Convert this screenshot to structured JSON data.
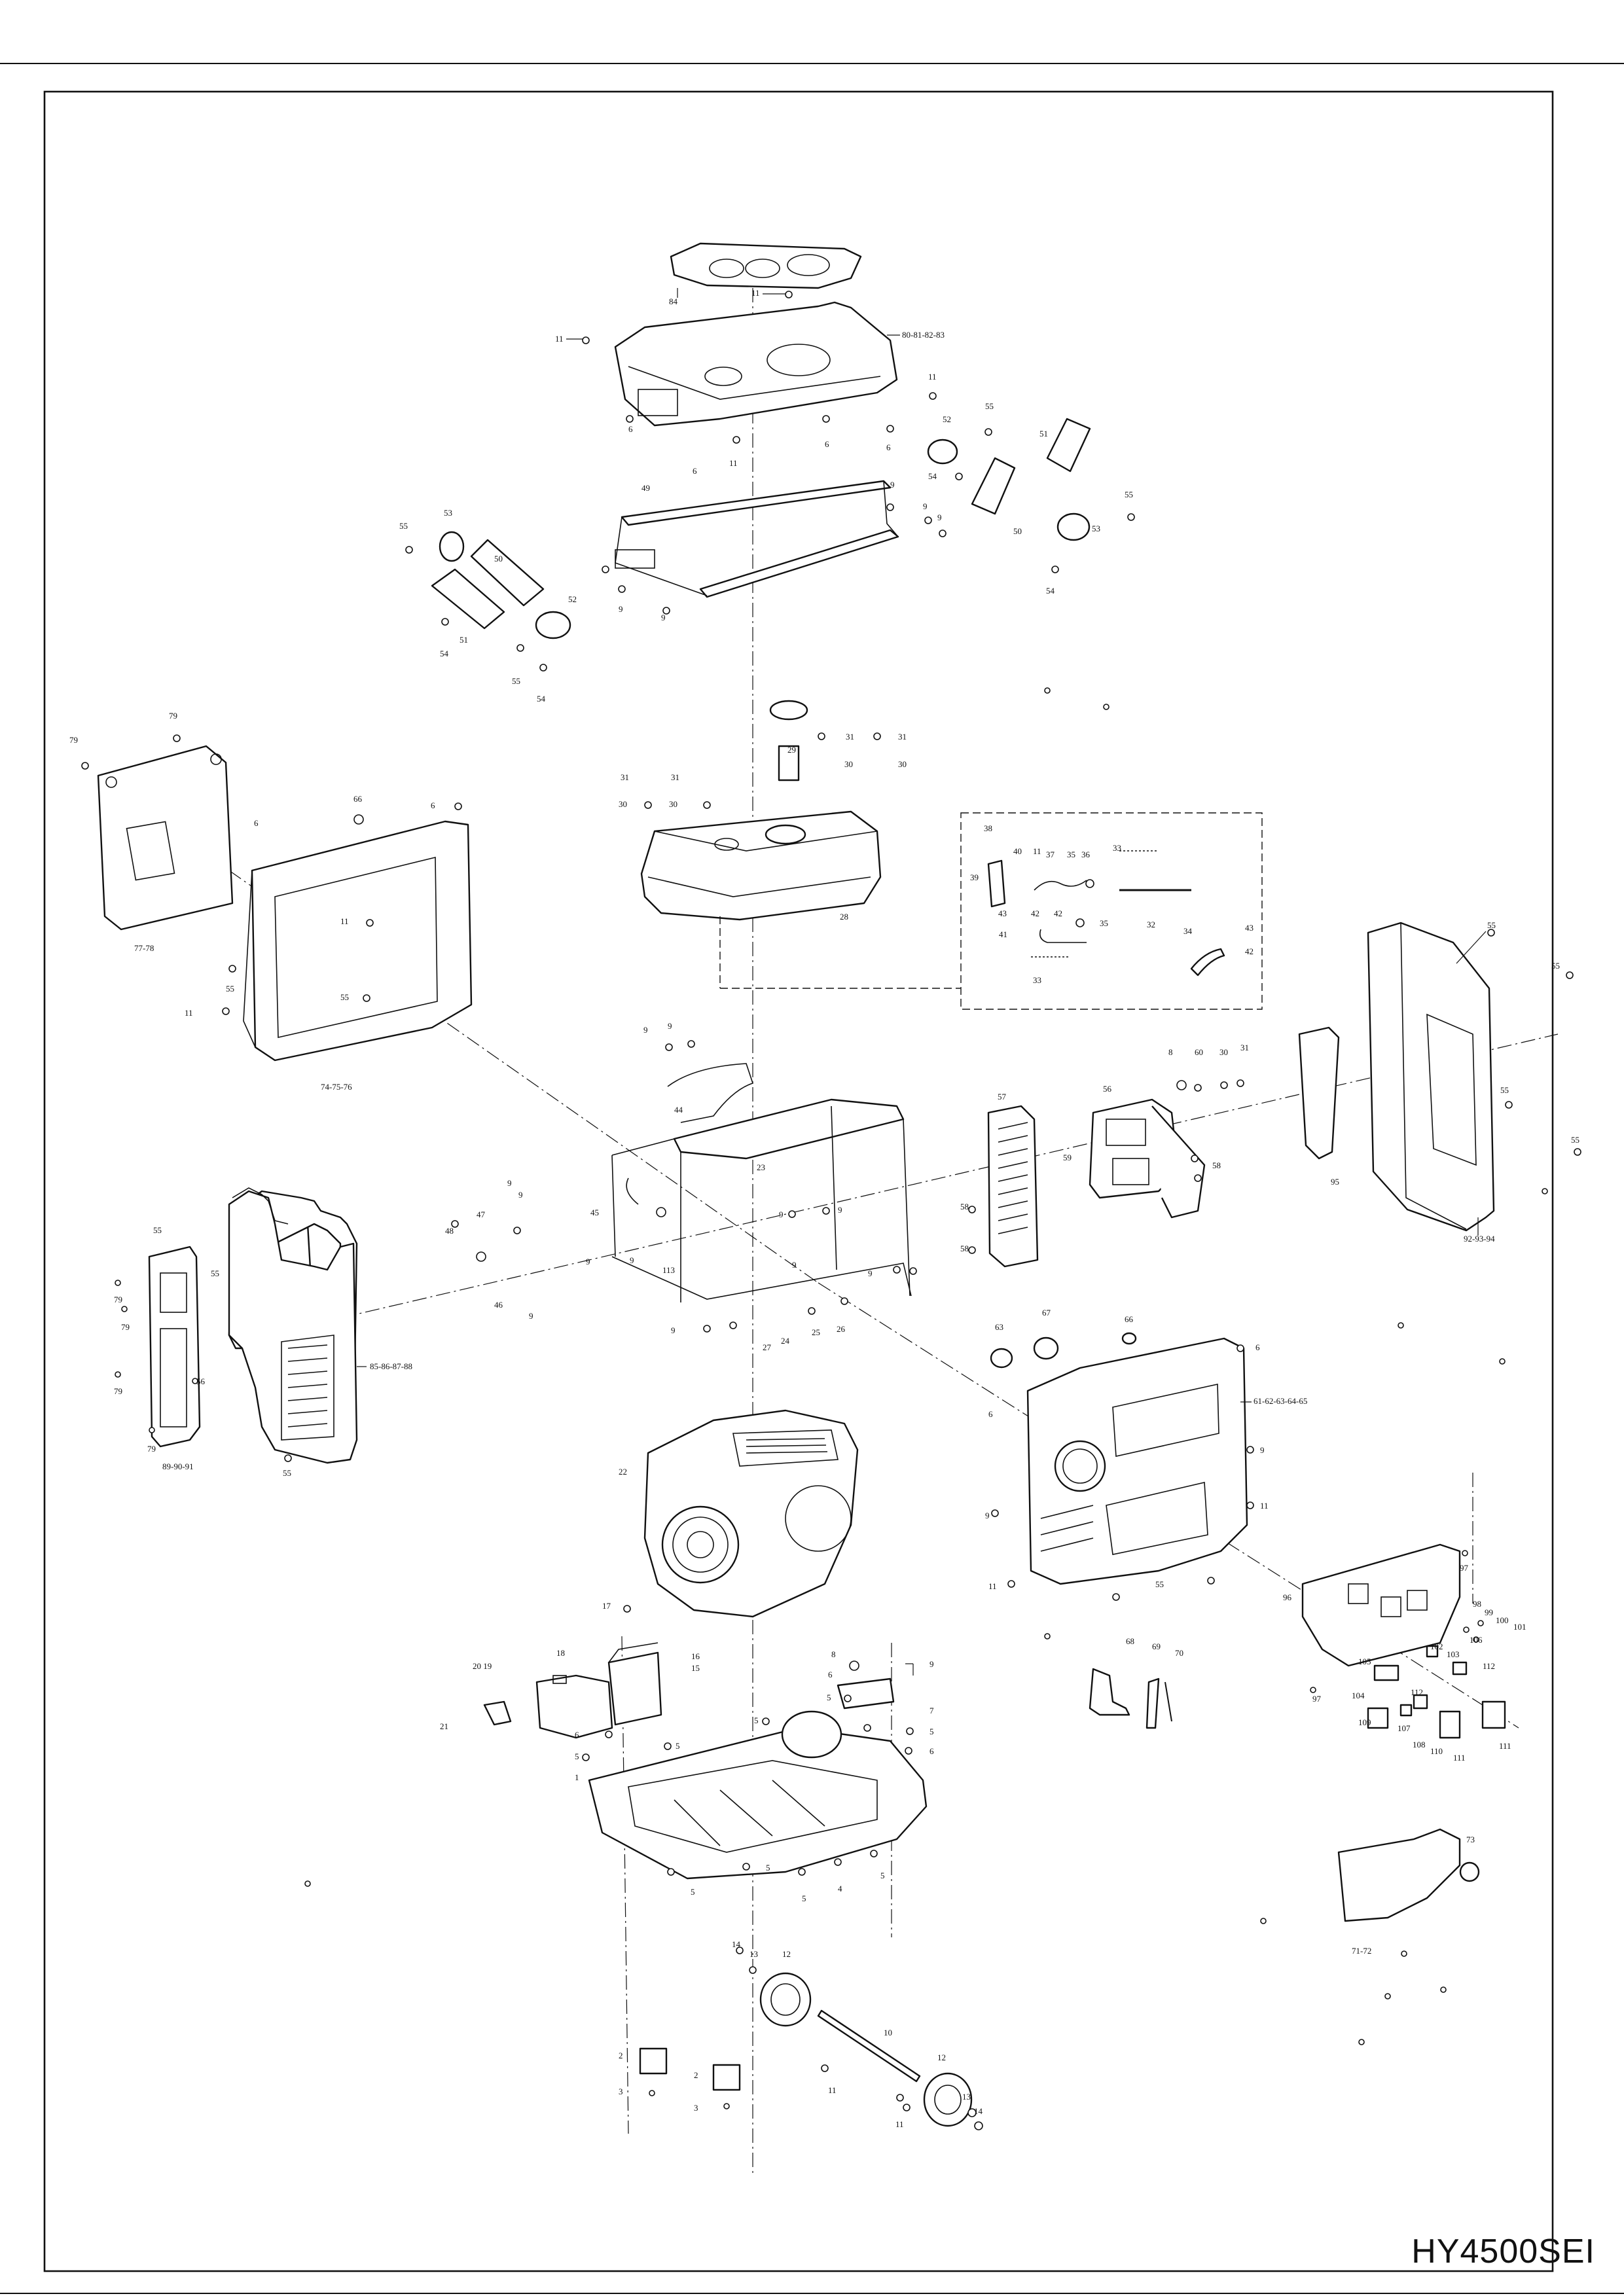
{
  "model": "HY4500SEI",
  "callouts": {
    "c84": "84",
    "c11a": "11",
    "c11b": "11",
    "c11c": "11",
    "c11d": "11",
    "c80_83": "80-81-82-83",
    "c6a": "6",
    "c6b": "6",
    "c6c": "6",
    "c6d": "6",
    "c11e": "11",
    "c55a": "55",
    "c52a": "52",
    "c51a": "51",
    "c54a": "54",
    "c50a": "50",
    "c53a": "53",
    "c55b": "55",
    "c54b": "54",
    "c49": "49",
    "c9a": "9",
    "c9b": "9",
    "c9c": "9",
    "c9d": "9",
    "c9e": "9",
    "c55c": "55",
    "c53b": "53",
    "c50b": "50",
    "c51b": "51",
    "c52b": "52",
    "c54c": "54",
    "c55d": "55",
    "c54d": "54",
    "c79a": "79",
    "c79b": "79",
    "c77_78": "77-78",
    "c66a": "66",
    "c6e": "6",
    "c6f": "6",
    "c11f": "11",
    "c55e": "55",
    "c55f": "55",
    "c11g": "11",
    "c74_76": "74-75-76",
    "c29": "29",
    "c31a": "31",
    "c31b": "31",
    "c31c": "31",
    "c31d": "31",
    "c30a": "30",
    "c30b": "30",
    "c30c": "30",
    "c30d": "30",
    "c28": "28",
    "c38": "38",
    "c40": "40",
    "c11h": "11",
    "c37": "37",
    "c35a": "35",
    "c36": "36",
    "c33a": "33",
    "c39": "39",
    "c43a": "43",
    "c42a": "42",
    "c35b": "35",
    "c32": "32",
    "c34": "34",
    "c42b": "42",
    "c41": "41",
    "c43b": "43",
    "c33b": "33",
    "c55g": "55",
    "c55h": "55",
    "c55i": "55",
    "c55j": "55",
    "c95": "95",
    "c92_94": "92-93-94",
    "c9f": "9",
    "c9g": "9",
    "c44": "44",
    "c23": "23",
    "c57": "57",
    "c56": "56",
    "c8a": "8",
    "c60": "60",
    "c30e": "30",
    "c31e": "31",
    "c58a": "58",
    "c58b": "58",
    "c58c": "58",
    "c59": "59",
    "c9h": "9",
    "c9i": "9",
    "c47": "47",
    "c45": "45",
    "c48": "48",
    "c46": "46",
    "c9j": "9",
    "c113": "113",
    "c9k": "9",
    "c9l": "9",
    "c9m": "9",
    "c9n": "9",
    "c9o": "9",
    "c9p": "9",
    "c9q": "9",
    "c27": "27",
    "c24": "24",
    "c25": "25",
    "c26": "26",
    "c55k": "55",
    "c55l": "55",
    "c79c": "79",
    "c79d": "79",
    "c79e": "79",
    "c79f": "79",
    "c56b": "56",
    "c85_88": "85-86-87-88",
    "c89_91": "89-90-91",
    "c55m": "55",
    "c63": "63",
    "c67": "67",
    "c66b": "66",
    "c6g": "6",
    "c6h": "6",
    "c61_65": "61-62-63-64-65",
    "c9r": "9",
    "c9s": "9",
    "c11i": "11",
    "c11j": "11",
    "c55n": "55",
    "c22": "22",
    "c96": "96",
    "c97a": "97",
    "c97b": "97",
    "c98": "98",
    "c99": "99",
    "c100": "100",
    "c101": "101",
    "c105": "105",
    "c102": "102",
    "c103": "103",
    "c104": "104",
    "c112a": "112",
    "c112b": "112",
    "c109": "109",
    "c107": "107",
    "c108": "108",
    "c110": "110",
    "c111a": "111",
    "c111b": "111",
    "c106": "106",
    "c68": "68",
    "c69": "69",
    "c70": "70",
    "c17": "17",
    "c18": "18",
    "c20_19": "20\n19",
    "c16": "16",
    "c15": "15",
    "c21": "21",
    "c6i": "6",
    "c5a": "5",
    "c5b": "5",
    "c1": "1",
    "c8b": "8",
    "c6j": "6",
    "c5c": "5",
    "c9t": "9",
    "c7": "7",
    "c5d": "5",
    "c6k": "6",
    "c5e": "5",
    "c5f": "5",
    "c5g": "5",
    "c5h": "5",
    "c4": "4",
    "c5i": "5",
    "c73": "73",
    "c71_72": "71-72",
    "c14a": "14",
    "c13a": "13",
    "c12a": "12",
    "c10": "10",
    "c11k": "11",
    "c2a": "2",
    "c3a": "3",
    "c2b": "2",
    "c3b": "3",
    "c11l": "11",
    "c12b": "12",
    "c13b": "13",
    "c14b": "14"
  }
}
